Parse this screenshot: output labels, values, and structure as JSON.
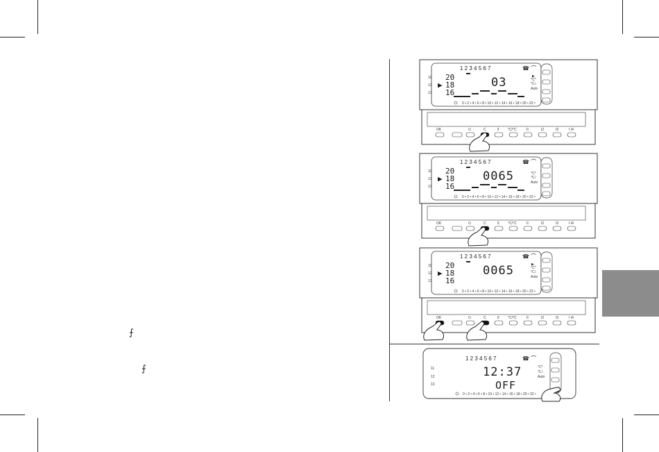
{
  "page": {
    "background": "#ffffff",
    "side_tab_color": "#8c8c8c"
  },
  "left_column": {
    "symbol_1": "⨍",
    "symbol_2": "⨍"
  },
  "panels": [
    {
      "days": "1 2 3 4 5 6 7",
      "icons": "☎ ⌒",
      "temps": [
        "20",
        "18",
        "16"
      ],
      "row_ids": [
        "11",
        "12",
        "13"
      ],
      "main": "03",
      "hours": "0 • 2 • 4 • 6 • 8 • 10 • 12 • 14 • 16 • 18 • 20 • 22 •",
      "side_labels": [
        "°C*",
        "°C☾",
        "Auto"
      ],
      "buttons": [
        "OK",
        "",
        "⏻",
        "C",
        "ʬ",
        "°C/°C",
        "II",
        "I2",
        "I3",
        "I I4"
      ]
    },
    {
      "days": "1 2 3 4 5 6 7",
      "icons": "☎ ⌒",
      "temps": [
        "20",
        "18",
        "16"
      ],
      "row_ids": [
        "11",
        "12",
        "13"
      ],
      "main": "0065",
      "hours": "0 • 2 • 4 • 6 • 8 • 10 • 12 • 14 • 16 • 18 • 20 • 22 •",
      "side_labels": [
        "°C*",
        "°C☾",
        "Auto"
      ],
      "buttons": [
        "OK",
        "",
        "⏻",
        "C",
        "ʬ",
        "°C/°C",
        "II",
        "I2",
        "I3",
        "I I4"
      ]
    },
    {
      "days": "1 2 3 4 5 6 7",
      "icons": "☎ ⌒",
      "temps": [
        "20",
        "18",
        "16"
      ],
      "row_ids": [
        "11",
        "12",
        "13"
      ],
      "main": "0065",
      "hours": "0 • 2 • 4 • 6 • 8 • 10 • 12 • 14 • 16 • 18 • 20 • 22 •",
      "side_labels": [
        "°C*",
        "°C☾",
        "Auto"
      ],
      "buttons": [
        "OK",
        "",
        "⏻",
        "C",
        "ʬ",
        "°C/°C",
        "II",
        "I2",
        "I3",
        "I I4"
      ]
    },
    {
      "days": "1 2 3 4 5 6 7",
      "icons": "☎ ⌒",
      "row_ids": [
        "11",
        "12",
        "13"
      ],
      "time": "12:37",
      "status": "OFF",
      "hours": "0 • 2 • 4 • 6 • 8 • 10 • 12 • 14 • 16 • 18 • 20 • 22 •",
      "side_labels": [
        "°C*",
        "°C☾",
        "Auto"
      ]
    }
  ]
}
